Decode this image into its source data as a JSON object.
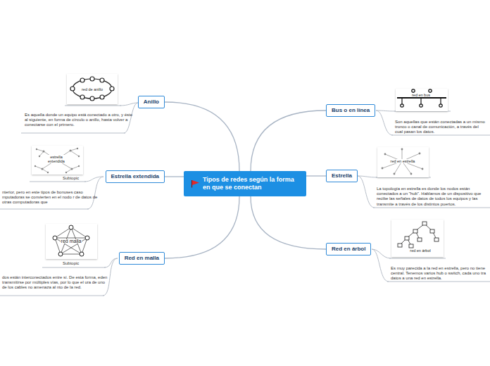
{
  "diagram": {
    "nodes": [
      {
        "text": [
          "Tipos de redes según la forma en que se conectan"
        ]
      },
      {
        "text": [
          "Anillo"
        ]
      },
      {
        "text": [
          "Estrella extendida"
        ]
      },
      {
        "text": [
          "Red en malla"
        ]
      },
      {
        "text": [
          "Bus o en línea"
        ]
      },
      {
        "text": [
          "Estrella"
        ]
      },
      {
        "text": [
          "Red en árbol"
        ]
      }
    ],
    "edges": [
      {
        "from": 0,
        "to": 1,
        "arrow": "none"
      },
      {
        "from": 0,
        "to": 2,
        "arrow": "none"
      },
      {
        "from": 0,
        "to": 3,
        "arrow": "none"
      },
      {
        "from": 0,
        "to": 4,
        "arrow": "none"
      },
      {
        "from": 0,
        "to": 5,
        "arrow": "none"
      },
      {
        "from": 0,
        "to": 6,
        "arrow": "none"
      }
    ],
    "labels": [
      "red de anillo",
      "Es aquella donde un equipo está conectado a otro, y éste al siguiente, en forma de círculo o anillo, hasta volver a conectarse con el primero.",
      "estrella extendida",
      "Subtopic",
      "nterior, pero en este tipos de bonuses caso mputadoras se convierten en el nodo r de datos de otras computadoras que",
      "red malla",
      "Subtopic",
      "dos están interconectados entre sí. De esta forma, eden transmitirse por múltiples vías, por lo que el ura de uno de los cables no amenaza al nto de la red.",
      "red en bus",
      "Son aquellas que están conectadas a un mismo tronco o canal de comunicación, a través del cual pasan los datos.",
      "red en estrella",
      "La topología en estrella es donde los nodos están conectados a un \"hub\". Hablamos de un dispositivo que recibe las señales de datos de todos los equipos y las transmite a través de los distintos puertos.",
      "red en árbol",
      "Es muy parecida a la red en estrella, pero no tiene central. Tenemos varios hub o switch, cada uno tra datos a una red en estrella."
    ]
  }
}
